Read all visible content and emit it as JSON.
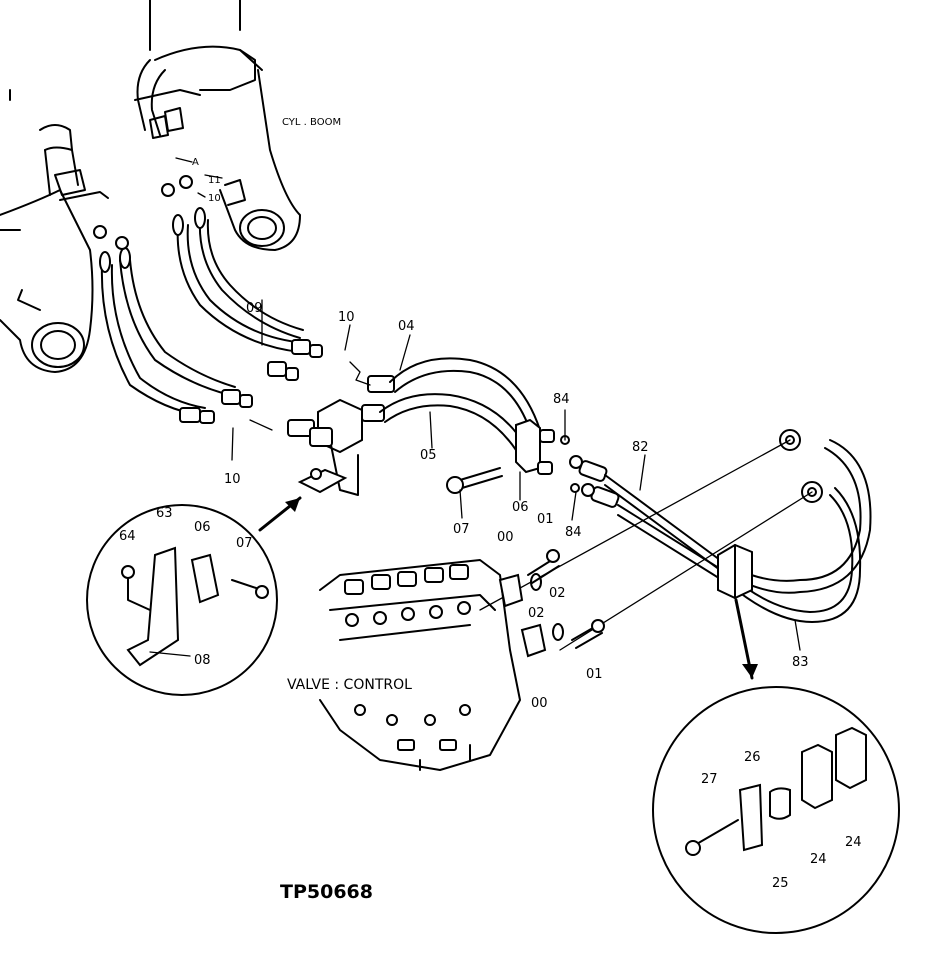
{
  "labels": {
    "cyl_boom": "CYL . BOOM",
    "valve_control": "VALVE : CONTROL",
    "a": "A",
    "p11": "11",
    "p10_top": "10",
    "p09": "09",
    "p10_mid": "10",
    "p04": "04",
    "p10_low": "10",
    "p05": "05",
    "p84_a": "84",
    "p84_b": "84",
    "p82": "82",
    "p07": "07",
    "p06": "06",
    "p01_a": "01",
    "p01_b": "01",
    "p00_a": "00",
    "p00_b": "00",
    "p02_a": "02",
    "p02_b": "02",
    "p83": "83",
    "d64": "64",
    "d63": "63",
    "d06": "06",
    "d07": "07",
    "d08": "08",
    "d26": "26",
    "d27": "27",
    "d25": "25",
    "d24_a": "24",
    "d24_b": "24"
  },
  "figure_id": "TP50668"
}
